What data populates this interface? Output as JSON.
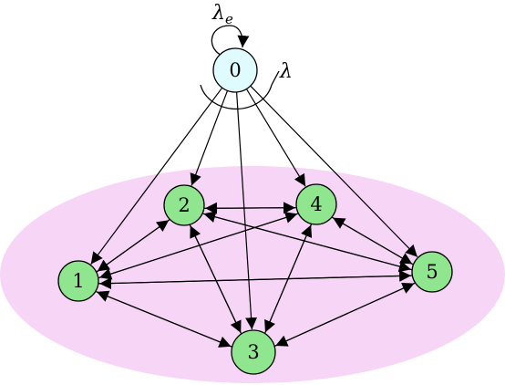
{
  "diagram": {
    "source_label": "λ",
    "self_loop_label": "λ",
    "self_loop_subscript": "e",
    "colors": {
      "source_fill": "#e0fbfd",
      "node_fill": "#8fe68f",
      "cluster_fill": "#f6d5f6",
      "stroke": "#000000"
    },
    "nodes": [
      {
        "id": "0",
        "label": "0"
      },
      {
        "id": "1",
        "label": "1"
      },
      {
        "id": "2",
        "label": "2"
      },
      {
        "id": "3",
        "label": "3"
      },
      {
        "id": "4",
        "label": "4"
      },
      {
        "id": "5",
        "label": "5"
      }
    ],
    "edges": [
      {
        "from": "0",
        "to": "1"
      },
      {
        "from": "0",
        "to": "2"
      },
      {
        "from": "0",
        "to": "3"
      },
      {
        "from": "0",
        "to": "4"
      },
      {
        "from": "0",
        "to": "5"
      },
      {
        "from": "1",
        "to": "2"
      },
      {
        "from": "2",
        "to": "1"
      },
      {
        "from": "1",
        "to": "3"
      },
      {
        "from": "3",
        "to": "1"
      },
      {
        "from": "1",
        "to": "4"
      },
      {
        "from": "4",
        "to": "1"
      },
      {
        "from": "1",
        "to": "5"
      },
      {
        "from": "5",
        "to": "1"
      },
      {
        "from": "2",
        "to": "3"
      },
      {
        "from": "3",
        "to": "2"
      },
      {
        "from": "2",
        "to": "4"
      },
      {
        "from": "4",
        "to": "2"
      },
      {
        "from": "2",
        "to": "5"
      },
      {
        "from": "5",
        "to": "2"
      },
      {
        "from": "3",
        "to": "4"
      },
      {
        "from": "4",
        "to": "3"
      },
      {
        "from": "3",
        "to": "5"
      },
      {
        "from": "5",
        "to": "3"
      },
      {
        "from": "4",
        "to": "5"
      },
      {
        "from": "5",
        "to": "4"
      }
    ]
  }
}
